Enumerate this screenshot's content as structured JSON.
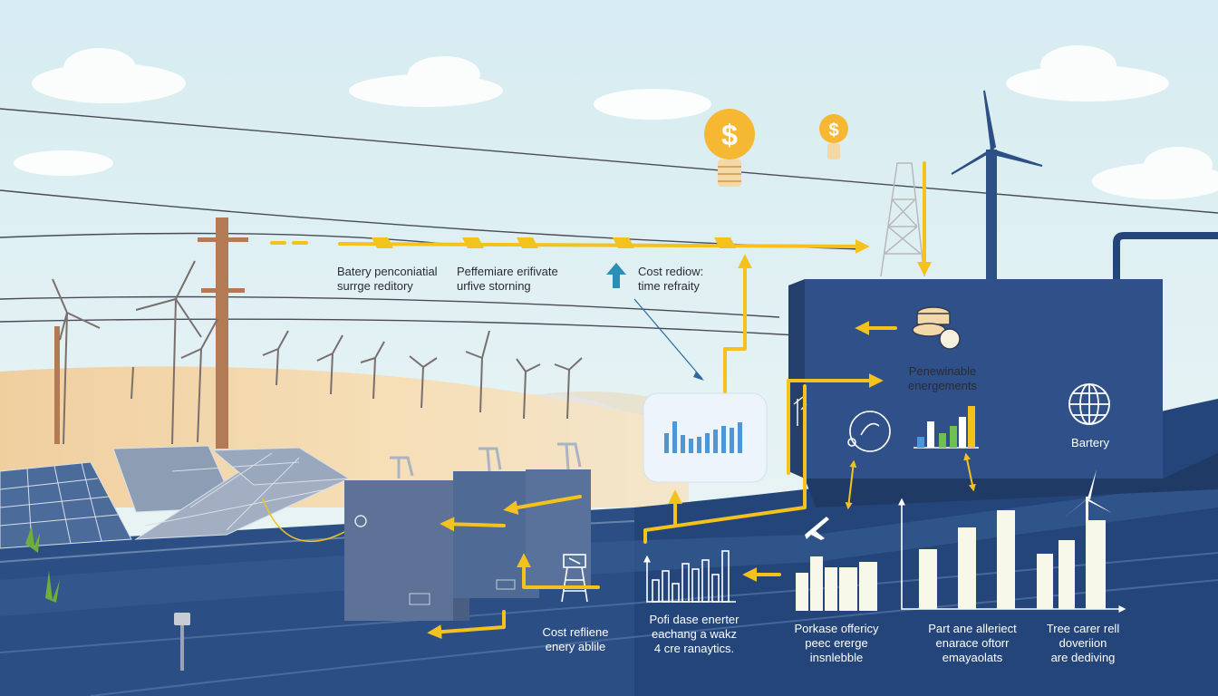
{
  "labels": {
    "battery_potential": [
      "Batery penconiatial",
      "surrge reditory"
    ],
    "performance_private": [
      "Peffemiare erifivate",
      "urfive storning"
    ],
    "cost_reduction": [
      "Cost rediow:",
      "time refraity"
    ],
    "renewable_box": [
      "Penewinable",
      "energements"
    ],
    "battery_box": [
      "Bartery"
    ],
    "cost_resilience": [
      "Cost refliene",
      "enery ablile"
    ],
    "peak_energy": [
      "Pofi dase enerter",
      "eachang a wakz",
      "4 cre ranaytics."
    ],
    "purchase_efficiency": [
      "Porkase offericy",
      "peec ererge",
      "insnlebble"
    ],
    "part_alert": [
      "Part ane alleriect",
      "enarace oftorr",
      "emayaolats"
    ],
    "tree_career": [
      "Tree carer rell",
      "doveriion",
      "are dediving"
    ]
  },
  "icons": [
    "dollar-bulb-icon",
    "coins-icon",
    "globe-icon",
    "dashboard-chart-icon",
    "wind-turbine-icon",
    "solar-panel-icon",
    "airplane-icon",
    "meter-icon"
  ],
  "colors": {
    "sky": "#dceef2",
    "navy": "#24457a",
    "flow_arrow": "#f3c21d",
    "chart_bar": "#f7f7ea",
    "dashboard_bar": "#4f96d4"
  }
}
